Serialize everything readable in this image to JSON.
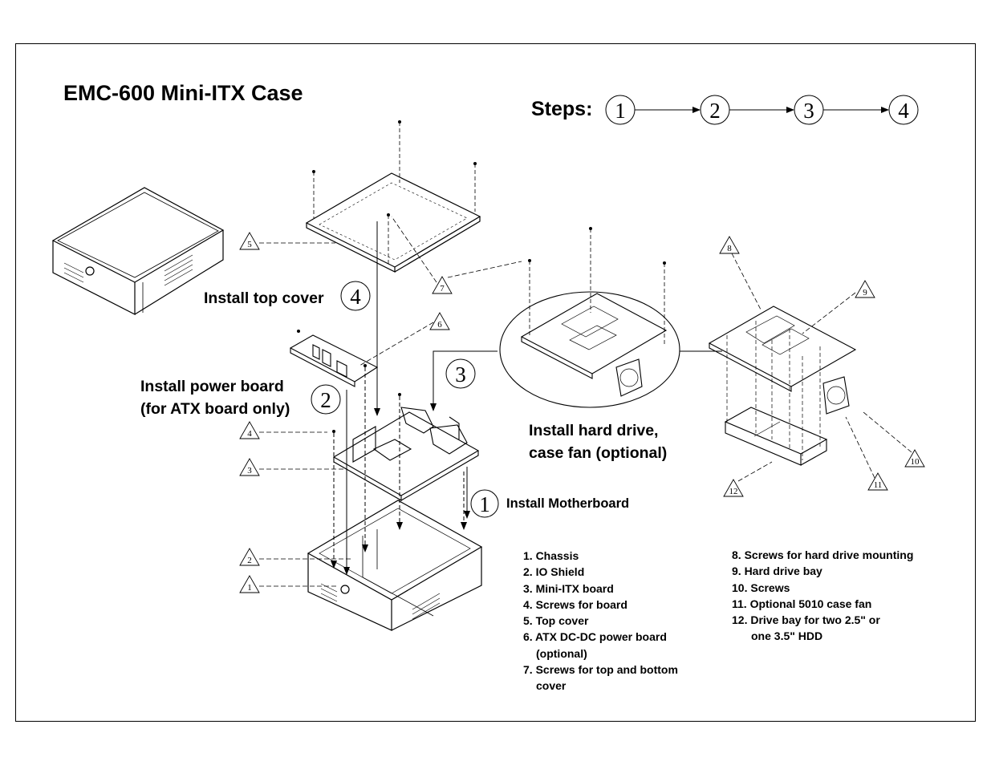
{
  "title": "EMC-600 Mini-ITX Case",
  "steps": {
    "label": "Steps:",
    "numbers": [
      "1",
      "2",
      "3",
      "4"
    ]
  },
  "step_labels": {
    "top_cover": {
      "number": "4",
      "text": "Install top cover"
    },
    "power_board": {
      "number": "2",
      "line1": "Install power board",
      "line2": "(for ATX board only)"
    },
    "hard_drive": {
      "number": "3",
      "line1": "Install hard drive,",
      "line2": "case fan (optional)"
    },
    "motherboard": {
      "number": "1",
      "text": "Install Motherboard"
    }
  },
  "callouts": [
    "1",
    "2",
    "3",
    "4",
    "5",
    "6",
    "7",
    "8",
    "9",
    "10",
    "11",
    "12"
  ],
  "parts_left": [
    "1. Chassis",
    "2. IO Shield",
    "3. Mini-ITX board",
    "4. Screws for board",
    "5. Top cover",
    "6. ATX DC-DC power board",
    "(optional)",
    "7. Screws for top and bottom",
    "cover"
  ],
  "parts_right": [
    "8. Screws for hard drive mounting",
    "9. Hard drive bay",
    "10. Screws",
    "11. Optional 5010 case fan",
    "12. Drive bay for two 2.5\" or",
    "one 3.5\" HDD"
  ]
}
